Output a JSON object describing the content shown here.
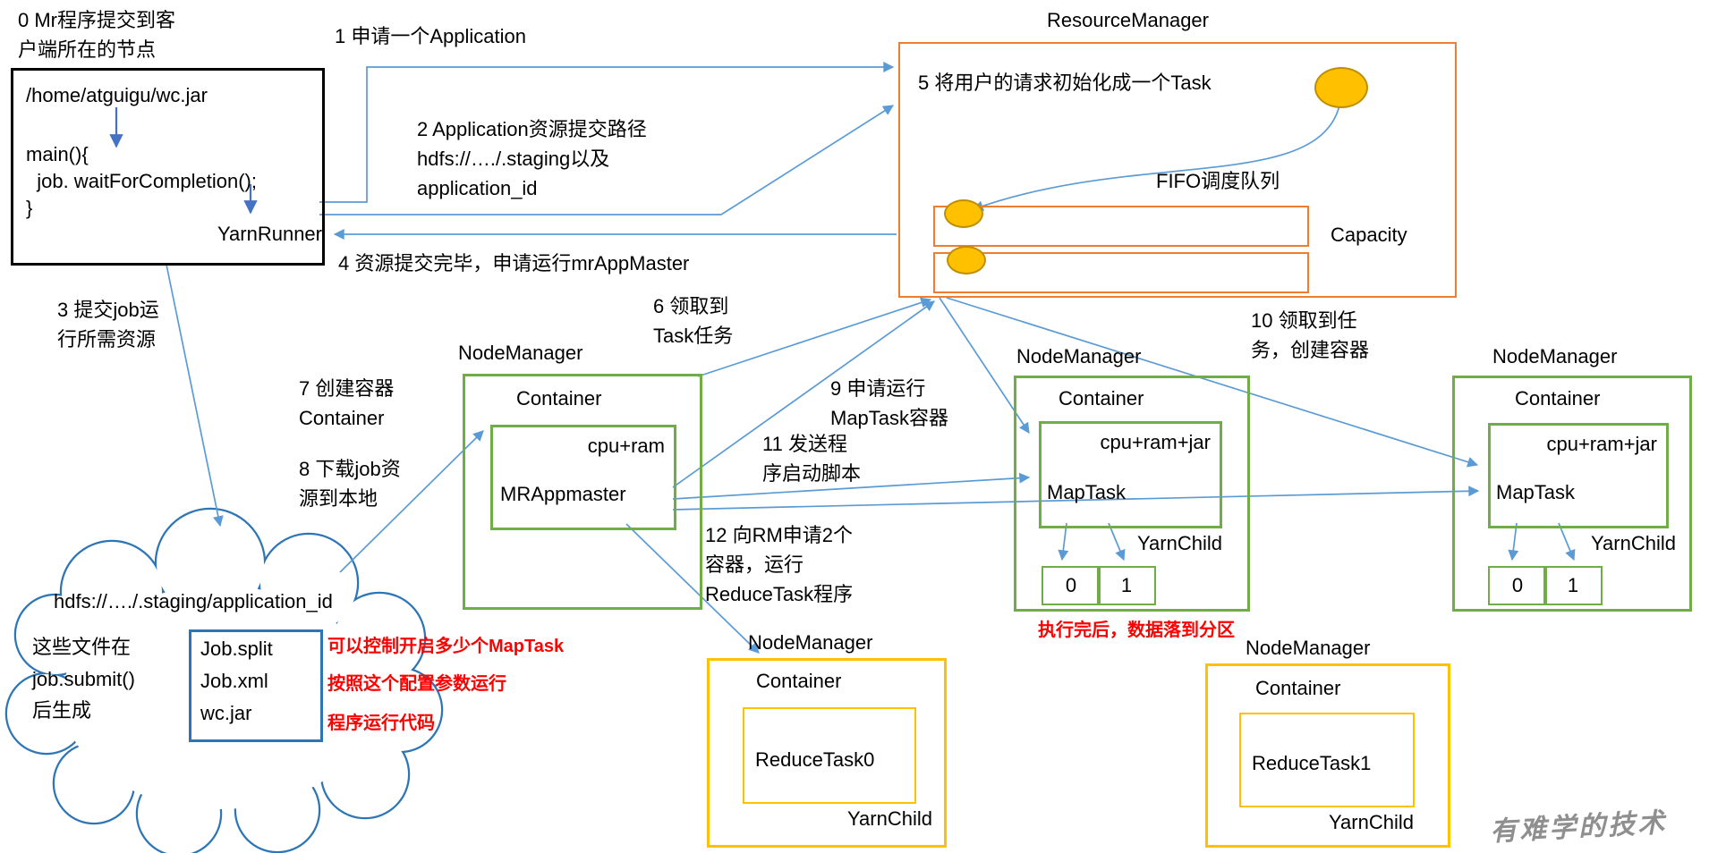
{
  "client": {
    "note": "0 Mr程序提交到客\n户端所在的节点",
    "jar_path": "/home/atguigu/wc.jar",
    "code_line1": "main(){",
    "code_line2": "  job. waitForCompletion();",
    "code_line3": "}",
    "runner": "YarnRunner"
  },
  "steps": {
    "s1": "1 申请一个Application",
    "s2": "2 Application资源提交路径\nhdfs://…./.staging以及\napplication_id",
    "s3": "3 提交job运\n行所需资源",
    "s4": "4 资源提交完毕，申请运行mrAppMaster",
    "s6": "6 领取到\nTask任务",
    "s7": "7 创建容器\nContainer",
    "s8": "8 下载job资\n源到本地",
    "s9": "9 申请运行\nMapTask容器",
    "s10": "10 领取到任\n务，创建容器",
    "s11": "11 发送程\n序启动脚本",
    "s12": "12 向RM申请2个\n容器，运行\nReduceTask程序"
  },
  "resource_manager": {
    "title": "ResourceManager",
    "step5": "5 将用户的请求初始化成一个Task",
    "fifo_label": "FIFO调度队列",
    "capacity_label": "Capacity"
  },
  "nm_app": {
    "title": "NodeManager",
    "container": "Container",
    "resources": "cpu+ram",
    "process": "MRAppmaster"
  },
  "nm_map1": {
    "title": "NodeManager",
    "container": "Container",
    "resources": "cpu+ram+jar",
    "process": "MapTask",
    "child": "YarnChild",
    "slots": [
      "0",
      "1"
    ]
  },
  "nm_map2": {
    "title": "NodeManager",
    "container": "Container",
    "resources": "cpu+ram+jar",
    "process": "MapTask",
    "child": "YarnChild",
    "slots": [
      "0",
      "1"
    ]
  },
  "nm_reduce1": {
    "title": "NodeManager",
    "container": "Container",
    "process": "ReduceTask0",
    "child": "YarnChild"
  },
  "nm_reduce2": {
    "title": "NodeManager",
    "container": "Container",
    "process": "ReduceTask1",
    "child": "YarnChild"
  },
  "cloud": {
    "path": "hdfs://…./.staging/application_id",
    "desc": "这些文件在\njob.submit()\n后生成",
    "files": [
      "Job.split",
      "Job.xml",
      "wc.jar"
    ]
  },
  "notes": {
    "map_note1": "可以控制开启多少个MapTask",
    "map_note2": "按照这个配置参数运行",
    "map_note3": "程序运行代码",
    "partition_note": "执行完后，数据落到分区"
  },
  "watermark": "有难学的技术",
  "colors": {
    "orange": "#ED7D31",
    "green": "#70AD47",
    "gold": "#FFC000",
    "blue": "#2E75B6",
    "arrow_blue": "#5B9BD5",
    "red": "#FF0000"
  }
}
